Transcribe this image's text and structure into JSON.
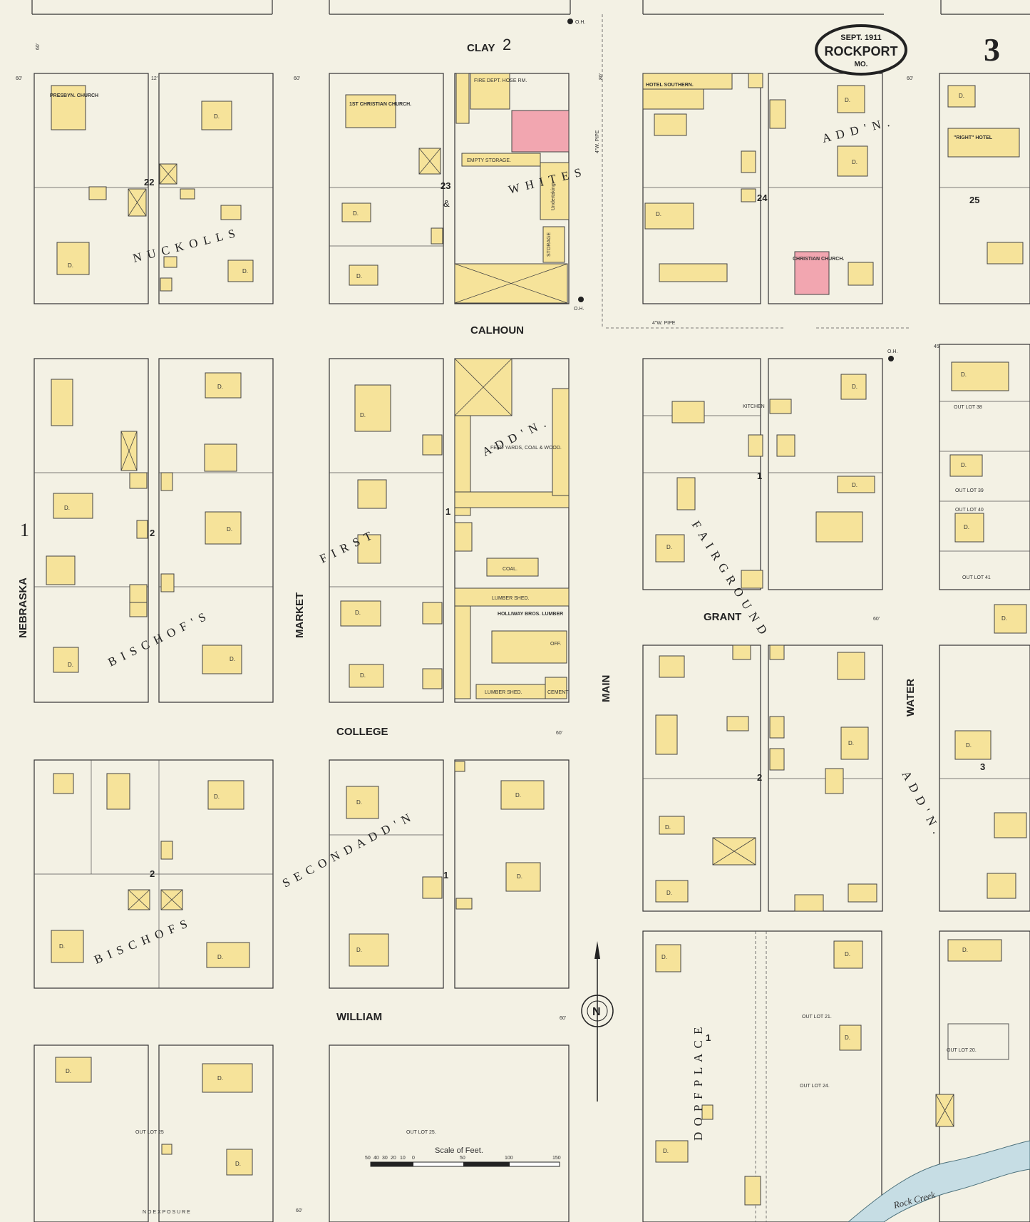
{
  "header": {
    "date": "SEPT. 1911",
    "town": "ROCKPORT",
    "state": "MO.",
    "sheet": "3"
  },
  "streets": {
    "clay": "CLAY",
    "calhoun": "CALHOUN",
    "grant": "GRANT",
    "college": "COLLEGE",
    "william": "WILLIAM",
    "nebraska": "NEBRASKA",
    "market": "MARKET",
    "main": "MAIN",
    "water": "WATER"
  },
  "street_widths": {
    "w60": "60'",
    "w80": "80'",
    "w45": "45'",
    "w12": "12'"
  },
  "sheet_refs": {
    "top": "2",
    "left": "1"
  },
  "additions": {
    "nuckolls": "N U C K O L L S",
    "whites": "W H I T E S",
    "add_n": "A D D ' N .",
    "first": "F I R S T",
    "first_addn": "A D D ' N .",
    "bischofs": "B I S C H O F ' S",
    "bischofs2": "B I S C H O F S",
    "second_addn": "S E C O N D   A D D ' N",
    "fairground": "F A I R G R O U N D",
    "water_addn": "A D D ' N .",
    "dopf_place": "D O P F   P L A C E"
  },
  "block_numbers": {
    "b22": "22",
    "b23": "23",
    "b24": "24",
    "b25": "25",
    "b1": "1",
    "b2": "2",
    "b3": "3",
    "amp": "&"
  },
  "buildings": {
    "presbyn": "PRESBYN. CHURCH",
    "first_christian": "1ST CHRISTIAN CHURCH.",
    "hotel_southern": "HOTEL SOUTHERN.",
    "fire_dept": "FIRE DEPT. HOSE RM.",
    "christian_church": "CHRISTIAN CHURCH.",
    "right_hotel": "\"RIGHT\" HOTEL",
    "feed_yards": "FEED YARDS, COAL & WOOD.",
    "coal": "COAL.",
    "lumber_shed": "LUMBER SHED.",
    "holliway": "HOLLIWAY BROS. LUMBER",
    "lumber_shed2": "LUMBER SHED.",
    "cement": "CEMENT",
    "office": "OFF.",
    "kitchen": "KITCHEN",
    "dwelling": "D.",
    "empty_storage": "EMPTY STORAGE.",
    "undertaking": "Undertaking",
    "storage": "STORAGE"
  },
  "out_lots": {
    "ol38": "OUT LOT 38",
    "ol39": "OUT LOT 39",
    "ol40": "OUT LOT 40",
    "ol41": "OUT LOT 41",
    "ol21": "OUT LOT 21.",
    "ol24": "OUT LOT 24.",
    "ol25": "OUT LOT 25",
    "ol25b": "OUT LOT 25.",
    "ol20": "OUT LOT 20."
  },
  "labels": {
    "calhoun_pipe": "4\"W. PIPE",
    "main_pipe": "4\"W. PIPE",
    "no_exposure": "N O   E X P O S U R E",
    "rock_creek": "Rock Creek",
    "scale_title": "Scale of Feet.",
    "scale_ticks": [
      "50",
      "40",
      "30",
      "20",
      "10",
      "0",
      "50",
      "100",
      "150"
    ],
    "oh": "O.H."
  }
}
